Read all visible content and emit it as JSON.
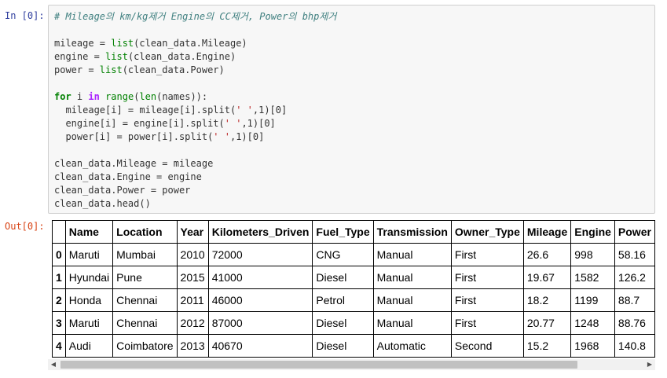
{
  "input_prompt": "In [0]:",
  "output_prompt": "Out[0]:",
  "code": {
    "comment": "# Mileage의 km/kg제거 Engine의 CC제거, Power의 bhp제거",
    "line_mileage": {
      "a": "mileage = ",
      "fn": "list",
      "b": "(clean_data.Mileage)"
    },
    "line_engine": {
      "a": "engine = ",
      "fn": "list",
      "b": "(clean_data.Engine)"
    },
    "line_power": {
      "a": "power = ",
      "fn": "list",
      "b": "(clean_data.Power)"
    },
    "line_for": {
      "kw_for": "for",
      "var": " i ",
      "kw_in": "in",
      "sp": " ",
      "fn_range": "range",
      "p1": "(",
      "fn_len": "len",
      "p2": "(names)):"
    },
    "loop_mileage": {
      "a": "  mileage[i] = mileage[i].split(",
      "s": "' '",
      "b": ",1)[0]"
    },
    "loop_engine": {
      "a": "  engine[i] = engine[i].split(",
      "s": "' '",
      "b": ",1)[0]"
    },
    "loop_power": {
      "a": "  power[i] = power[i].split(",
      "s": "' '",
      "b": ",1)[0]"
    },
    "assign_mileage": "clean_data.Mileage = mileage",
    "assign_engine": "clean_data.Engine = engine",
    "assign_power": "clean_data.Power = power",
    "head_call": "clean_data.head()"
  },
  "table": {
    "columns": [
      "",
      "Name",
      "Location",
      "Year",
      "Kilometers_Driven",
      "Fuel_Type",
      "Transmission",
      "Owner_Type",
      "Mileage",
      "Engine",
      "Power"
    ],
    "rows": [
      {
        "index": "0",
        "cells": [
          "Maruti",
          "Mumbai",
          "2010",
          "72000",
          "CNG",
          "Manual",
          "First",
          "26.6",
          "998",
          "58.16"
        ]
      },
      {
        "index": "1",
        "cells": [
          "Hyundai",
          "Pune",
          "2015",
          "41000",
          "Diesel",
          "Manual",
          "First",
          "19.67",
          "1582",
          "126.2"
        ]
      },
      {
        "index": "2",
        "cells": [
          "Honda",
          "Chennai",
          "2011",
          "46000",
          "Petrol",
          "Manual",
          "First",
          "18.2",
          "1199",
          "88.7"
        ]
      },
      {
        "index": "3",
        "cells": [
          "Maruti",
          "Chennai",
          "2012",
          "87000",
          "Diesel",
          "Manual",
          "First",
          "20.77",
          "1248",
          "88.76"
        ]
      },
      {
        "index": "4",
        "cells": [
          "Audi",
          "Coimbatore",
          "2013",
          "40670",
          "Diesel",
          "Automatic",
          "Second",
          "15.2",
          "1968",
          "140.8"
        ]
      }
    ]
  },
  "scrollbar": {
    "left_arrow": "◀",
    "right_arrow": "▶"
  }
}
